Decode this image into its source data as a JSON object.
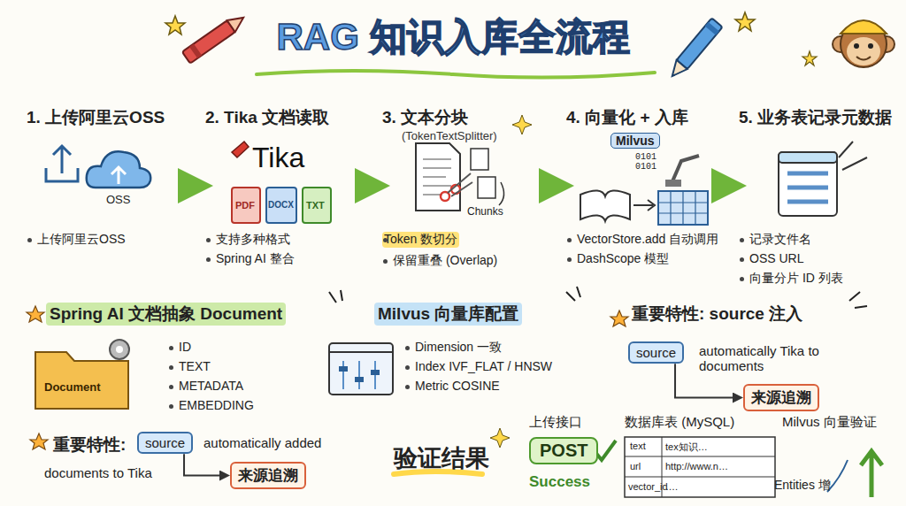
{
  "diagram": {
    "title": "RAG 知识入库全流程",
    "nodes": [
      {
        "text": [
          "1. 上传阿里云OSS",
          "上传阿里云OSS"
        ]
      },
      {
        "text": [
          "2. Tika 文档读取",
          "支持多种格式",
          "Spring AI 整合"
        ]
      },
      {
        "text": [
          "3. 文本分块",
          "(TokenTextSplitter)",
          "Token 数切分",
          "保留重叠 (Overlap)"
        ]
      },
      {
        "text": [
          "4. 向量化 + 入库",
          "VectorStore.add 自动调用",
          "DashScope 模型"
        ]
      },
      {
        "text": [
          "5. 业务表记录元数据",
          "记录文件名",
          "OSS URL",
          "向量分片 ID 列表"
        ]
      },
      {
        "text": [
          "Spring AI 文档抽象 Document",
          "ID",
          "TEXT",
          "METADATA",
          "EMBEDDING"
        ]
      },
      {
        "text": [
          "Milvus 向量库配置",
          "Dimension 一致",
          "Index IVF_FLAT / HNSW",
          "Metric COSINE"
        ]
      },
      {
        "text": [
          "重要特性: source 注入",
          "automatically Tika to documents"
        ]
      },
      {
        "text": [
          "source"
        ],
        "in": 7
      },
      {
        "text": [
          "来源追溯"
        ],
        "in": 7
      },
      {
        "text": [
          "重要特性:",
          "automatically added",
          "documents to Tika"
        ]
      },
      {
        "text": [
          "source"
        ],
        "in": 10
      },
      {
        "text": [
          "来源追溯"
        ],
        "in": 10
      },
      {
        "text": [
          "POST"
        ]
      }
    ],
    "edges": [
      {
        "from": 0,
        "to": 1,
        "arrow": "to"
      },
      {
        "from": 1,
        "to": 2,
        "arrow": "to"
      },
      {
        "from": 2,
        "to": 3,
        "arrow": "to"
      },
      {
        "from": 3,
        "to": 4,
        "arrow": "to"
      },
      {
        "from": 8,
        "to": 9,
        "arrow": "to"
      },
      {
        "from": 11,
        "to": 12,
        "arrow": "to"
      }
    ],
    "labels": [
      "OSS",
      "Tika",
      "PDF",
      "DOCX",
      "TXT",
      "Chunks",
      "Milvus",
      "0101 0101",
      "Document",
      "验证结果",
      "上传接口",
      "Success",
      "数据库表 (MySQL)",
      "text",
      "tex知识…",
      "url",
      "http://www.n…",
      "vector_id",
      "….",
      "Milvus 向量验证",
      "Entities 增"
    ]
  }
}
